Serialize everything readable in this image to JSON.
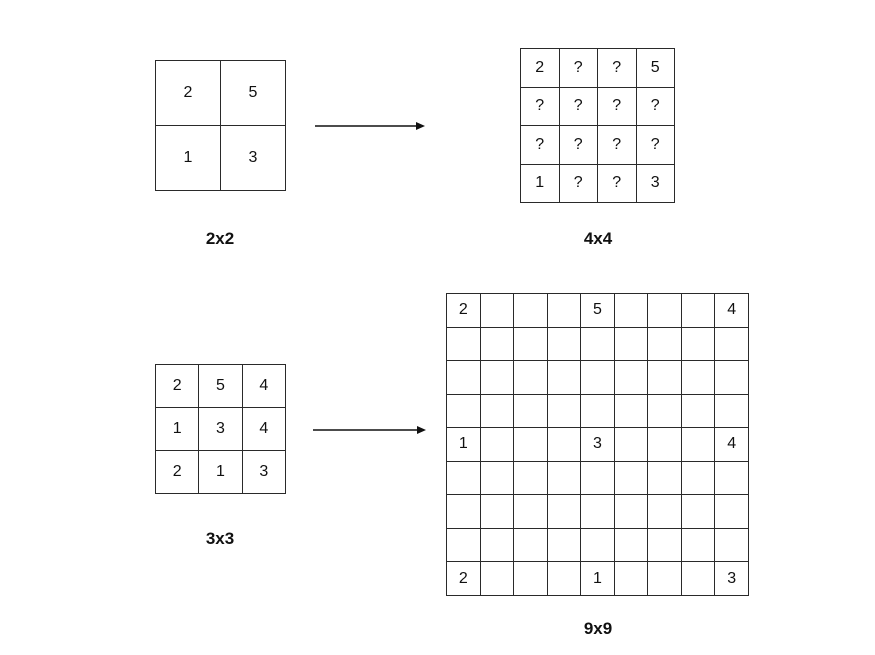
{
  "diagrams": [
    {
      "label": "2x2",
      "size": 2,
      "cells": [
        "2",
        "5",
        "1",
        "3"
      ]
    },
    {
      "label": "4x4",
      "size": 4,
      "cells": [
        "2",
        "?",
        "?",
        "5",
        "?",
        "?",
        "?",
        "?",
        "?",
        "?",
        "?",
        "?",
        "1",
        "?",
        "?",
        "3"
      ]
    },
    {
      "label": "3x3",
      "size": 3,
      "cells": [
        "2",
        "5",
        "4",
        "1",
        "3",
        "4",
        "2",
        "1",
        "3"
      ]
    },
    {
      "label": "9x9",
      "size": 9,
      "cells": [
        "2",
        "",
        "",
        "",
        "5",
        "",
        "",
        "",
        "4",
        "",
        "",
        "",
        "",
        "",
        "",
        "",
        "",
        "",
        "",
        "",
        "",
        "",
        "",
        "",
        "",
        "",
        "",
        "",
        "",
        "",
        "",
        "",
        "",
        "",
        "",
        "",
        "1",
        "",
        "",
        "",
        "3",
        "",
        "",
        "",
        "4",
        "",
        "",
        "",
        "",
        "",
        "",
        "",
        "",
        "",
        "",
        "",
        "",
        "",
        "",
        "",
        "",
        "",
        "",
        "",
        "",
        "",
        "",
        "",
        "",
        "",
        "",
        "",
        "2",
        "",
        "",
        "",
        "1",
        "",
        "",
        "",
        "3"
      ]
    }
  ],
  "colors": {
    "line": "#2a2a2a",
    "text": "#111111",
    "background": "#ffffff"
  }
}
